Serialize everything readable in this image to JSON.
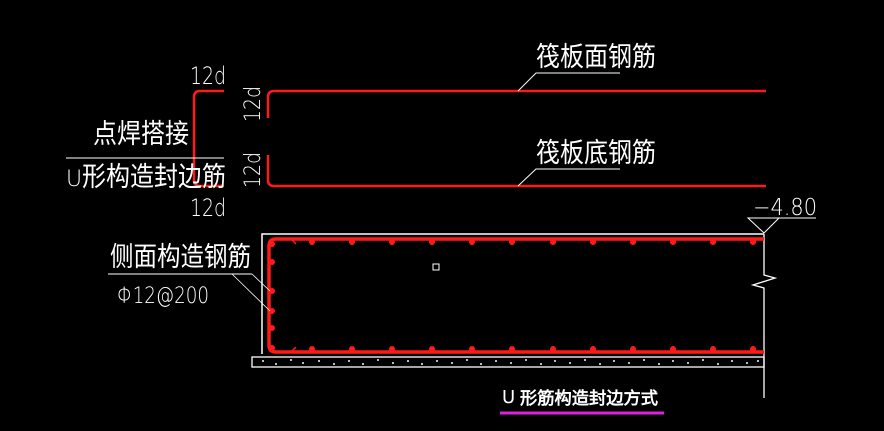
{
  "drawing": {
    "background": "#000000",
    "colors": {
      "rebar": "#ff1a1a",
      "line": "#ffffff",
      "title_underline": "#e020e0"
    },
    "labels": {
      "top_rebar": "筏板面钢筋",
      "bottom_rebar": "筏板底钢筋",
      "spot_weld": "点焊搭接",
      "u_edge_rebar_prefix": "U",
      "u_edge_rebar": "形构造封边筋",
      "dim_top_12d": "12d",
      "dim_bottom_12d": "12d",
      "dim_vert_upper": "12d",
      "dim_vert_lower": "12d",
      "side_rebar": "侧面构造钢筋",
      "side_rebar_spec": "Φ12@200",
      "elevation": "−4.80",
      "title_prefix": "U",
      "title": "形筋构造封边方式"
    }
  }
}
